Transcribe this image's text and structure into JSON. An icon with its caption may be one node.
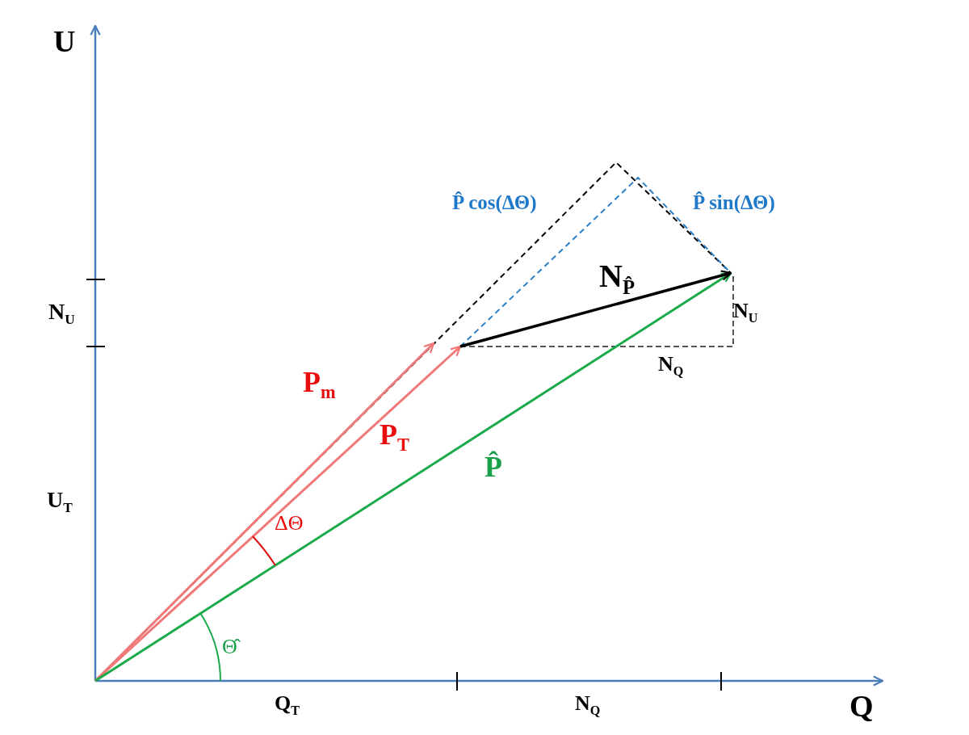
{
  "diagram": {
    "labels": [
      "U",
      "P̂ cos(ΔΘ)",
      "P̂ sin(ΔΘ)",
      "N$_{U}$",
      "N$_{P̂}$",
      "N$_{U}$",
      "N$_{Q}$",
      "P$_{m}$",
      "P$_{T}$",
      "P̂",
      "U$_{T}$",
      "ΔΘ",
      "Θ̂",
      "Q$_{T}$",
      "N$_{Q}$",
      "Q"
    ]
  }
}
